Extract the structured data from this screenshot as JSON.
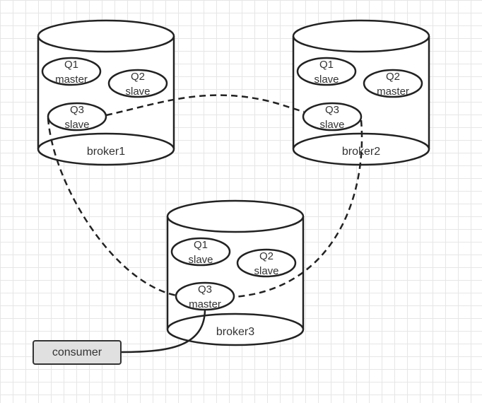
{
  "brokers": [
    {
      "name": "broker1",
      "queues": [
        {
          "line1": "Q1",
          "line2": "master"
        },
        {
          "line1": "Q2",
          "line2": "slave"
        },
        {
          "line1": "Q3",
          "line2": "slave"
        }
      ]
    },
    {
      "name": "broker2",
      "queues": [
        {
          "line1": "Q1",
          "line2": "slave"
        },
        {
          "line1": "Q2",
          "line2": "master"
        },
        {
          "line1": "Q3",
          "line2": "slave"
        }
      ]
    },
    {
      "name": "broker3",
      "queues": [
        {
          "line1": "Q1",
          "line2": "slave"
        },
        {
          "line1": "Q2",
          "line2": "slave"
        },
        {
          "line1": "Q3",
          "line2": "master"
        }
      ]
    }
  ],
  "consumer": {
    "label": "consumer"
  },
  "connections": [
    {
      "from": "broker1.Q3",
      "to": "broker2.Q3",
      "style": "dashed"
    },
    {
      "from": "broker1.Q3",
      "to": "broker3.Q3",
      "style": "dashed"
    },
    {
      "from": "broker2.Q3",
      "to": "broker3.Q3",
      "style": "dashed"
    },
    {
      "from": "broker3.Q3",
      "to": "consumer",
      "style": "solid"
    }
  ]
}
